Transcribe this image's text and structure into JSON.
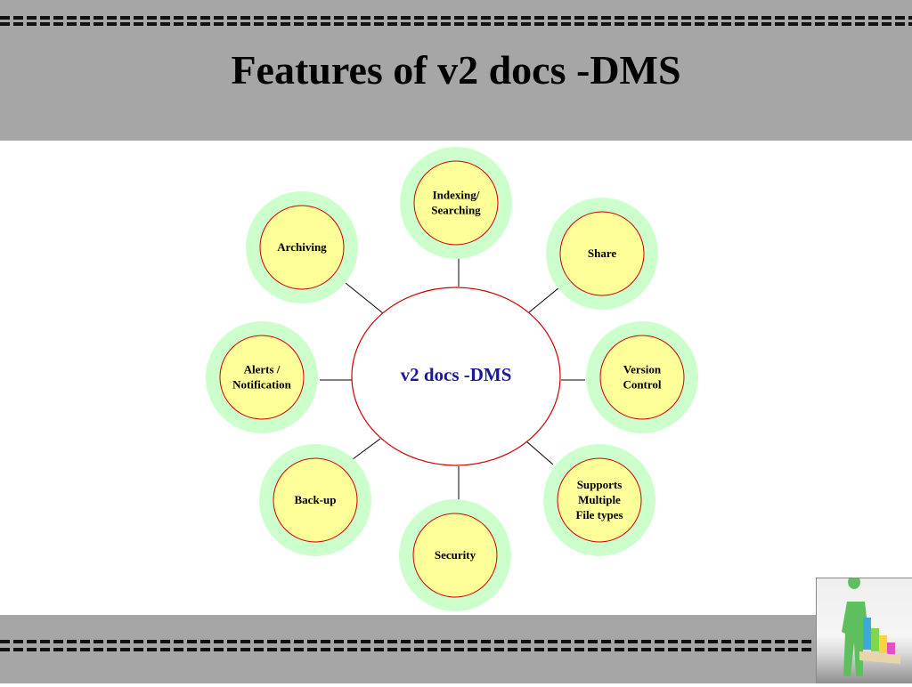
{
  "slide": {
    "title": "Features of v2 docs -DMS"
  },
  "colors": {
    "band": "#a6a6a6",
    "node_halo": "#ccffcc",
    "node_fill": "#ffff99",
    "node_border": "#cc0000",
    "center_text": "#1a1a99",
    "connector": "#000000"
  },
  "diagram": {
    "center_label": "v2 docs -DMS",
    "nodes": [
      {
        "id": "indexing",
        "lines": [
          "Indexing/",
          "Searching"
        ]
      },
      {
        "id": "share",
        "lines": [
          "Share"
        ]
      },
      {
        "id": "version-control",
        "lines": [
          "Version",
          "Control"
        ]
      },
      {
        "id": "file-types",
        "lines": [
          "Supports",
          "Multiple",
          "File types"
        ]
      },
      {
        "id": "security",
        "lines": [
          "Security"
        ]
      },
      {
        "id": "backup",
        "lines": [
          "Back-up"
        ]
      },
      {
        "id": "alerts",
        "lines": [
          "Alerts /",
          "Notification"
        ]
      },
      {
        "id": "archiving",
        "lines": [
          "Archiving"
        ]
      }
    ]
  }
}
